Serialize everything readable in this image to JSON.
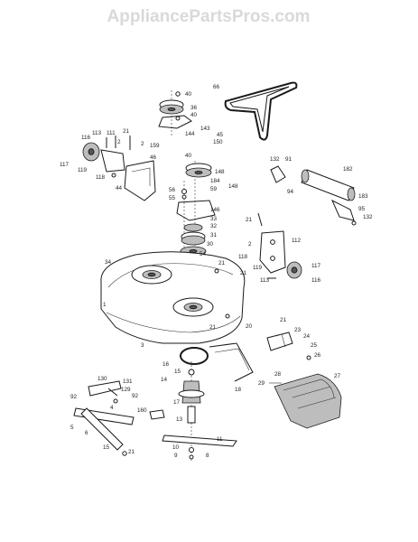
{
  "watermark": "AppliancePartsPros.com",
  "part_labels": [
    "40",
    "36",
    "40",
    "143",
    "144",
    "45",
    "150",
    "159",
    "2",
    "40",
    "148",
    "184",
    "59",
    "148",
    "56",
    "55",
    "146",
    "33",
    "32",
    "31",
    "30",
    "54",
    "21",
    "21",
    "34",
    "1",
    "20",
    "21",
    "3",
    "16",
    "15",
    "14",
    "18",
    "17",
    "13",
    "10",
    "9",
    "8",
    "11",
    "130",
    "131",
    "129",
    "92",
    "92",
    "4",
    "160",
    "6",
    "5",
    "15",
    "21",
    "116",
    "113",
    "111",
    "21",
    "2",
    "117",
    "119",
    "118",
    "46",
    "44",
    "66",
    "132",
    "91",
    "182",
    "94",
    "183",
    "95",
    "132",
    "21",
    "112",
    "2",
    "118",
    "119",
    "113",
    "117",
    "116",
    "21",
    "23",
    "24",
    "25",
    "26",
    "27",
    "28",
    "29"
  ]
}
